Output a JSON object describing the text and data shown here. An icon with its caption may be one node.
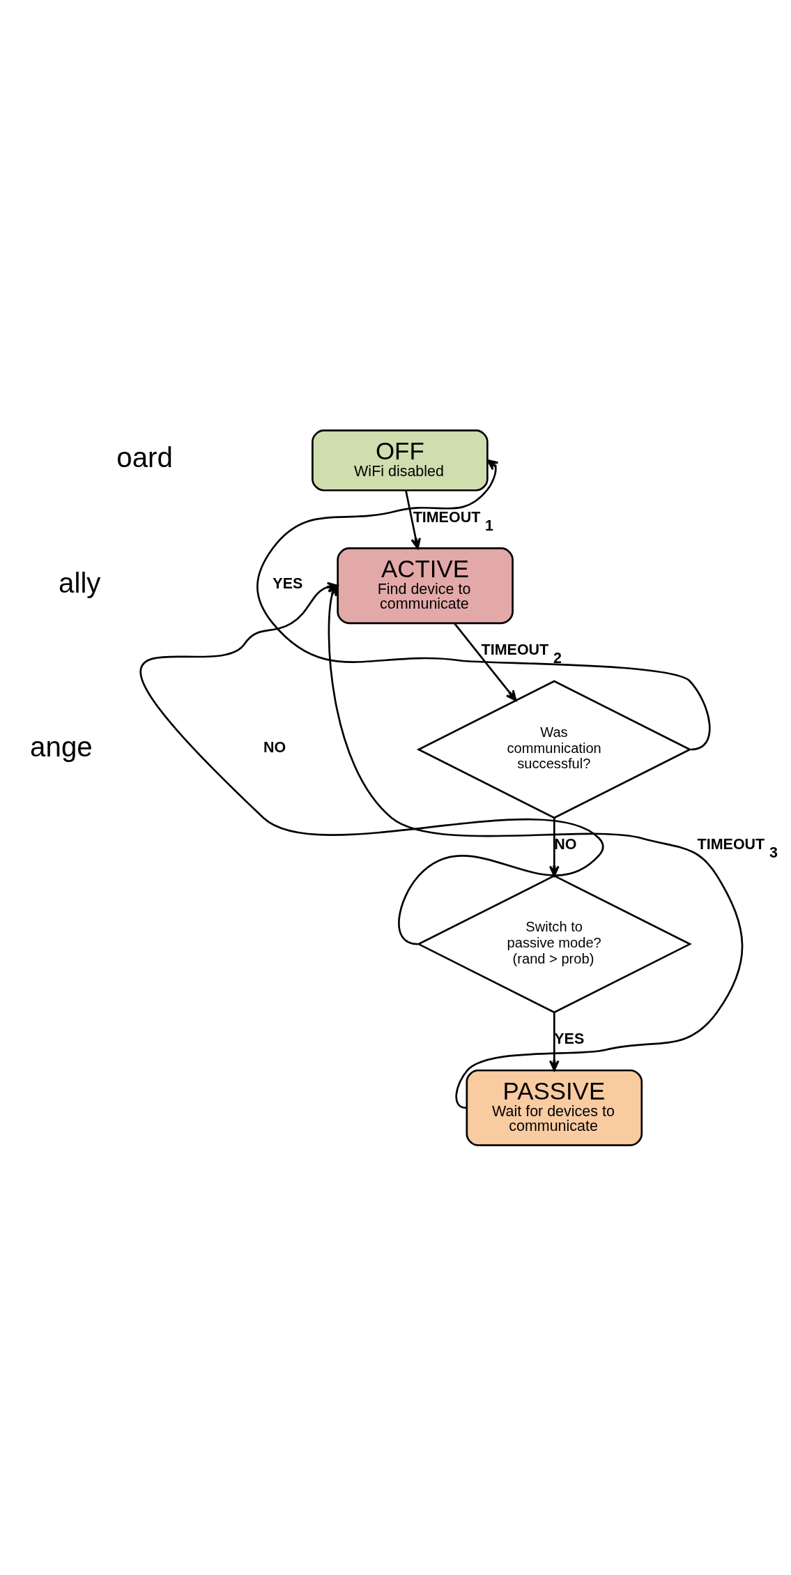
{
  "diagram": {
    "nodes": [
      {
        "text": [
          "OFF",
          "WiFi disabled"
        ]
      },
      {
        "text": [
          "ACTIVE",
          "Find device to communicate"
        ]
      },
      {
        "text": [
          "Was communication successful?"
        ]
      },
      {
        "text": [
          "Switch to passive mode? (rand > prob)"
        ]
      },
      {
        "text": [
          "PASSIVE",
          "Wait for devices to communicate"
        ]
      }
    ],
    "edges": [
      {
        "from": 0,
        "to": 1,
        "arrow": "to",
        "label": "TIMEOUT$_{1}$"
      },
      {
        "from": 1,
        "to": 2,
        "arrow": "to",
        "label": "TIMEOUT$_{2}$"
      },
      {
        "from": 2,
        "to": 0,
        "arrow": "to",
        "label": "YES"
      },
      {
        "from": 2,
        "to": 3,
        "arrow": "to",
        "label": "NO"
      },
      {
        "from": 3,
        "to": 1,
        "arrow": "to",
        "label": "NO"
      },
      {
        "from": 3,
        "to": 4,
        "arrow": "to",
        "label": "YES"
      },
      {
        "from": 4,
        "to": 1,
        "arrow": "to",
        "label": "TIMEOUT$_{3}$"
      }
    ],
    "labels": [
      "oard",
      "ally",
      "ange"
    ]
  }
}
